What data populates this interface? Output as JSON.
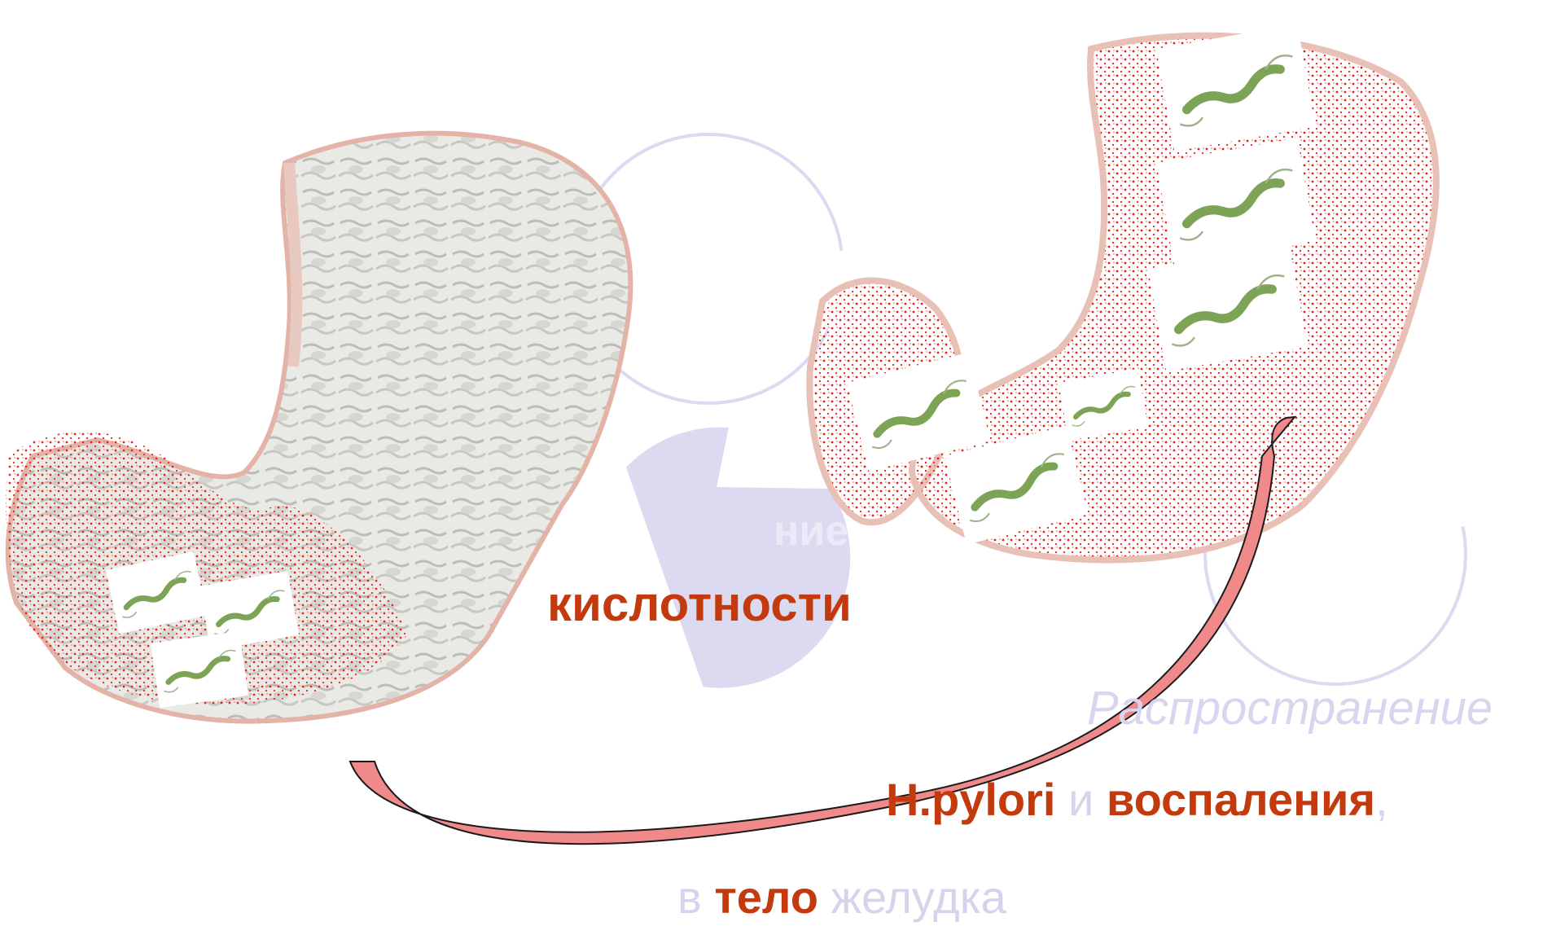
{
  "slide": {
    "background": "#ffffff",
    "colors": {
      "accent_red": "#c33a0e",
      "muted_lavender": "#d6d3ec",
      "circle_fill": "#dcdaf0",
      "redness": "#e0201a",
      "arrow_fill": "#f08a8a"
    },
    "text": {
      "fragment": "ние",
      "acidity": "кислотности",
      "spread": "Распространение",
      "hpylori": "H.pylori",
      "and": " и ",
      "inflammation": "воспаления",
      "comma": ",",
      "into": "в ",
      "body": "тело",
      "stomach": " желудка"
    },
    "images": {
      "left": {
        "name": "stomach-illustration-antrum-inflamed",
        "bacteria_patches": 3
      },
      "right": {
        "name": "stomach-illustration-body-inflamed",
        "bacteria_patches": 6
      }
    },
    "arrow": {
      "name": "curved-arrow",
      "direction": "from antrum to body"
    }
  }
}
